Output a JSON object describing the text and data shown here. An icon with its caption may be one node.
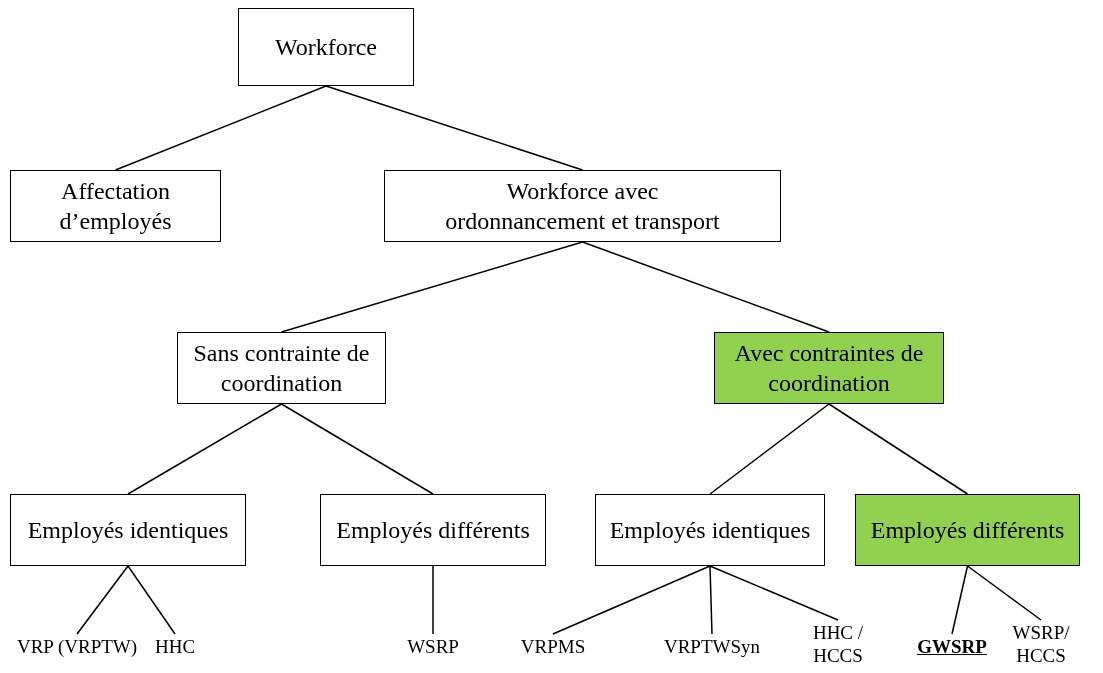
{
  "diagram": {
    "nodes": [
      {
        "text": [
          "Workforce"
        ]
      },
      {
        "text": [
          "Affectation d’employés"
        ]
      },
      {
        "text": [
          "Workforce avec ordonnancement et transport"
        ]
      },
      {
        "text": [
          "Sans contrainte de coordination"
        ]
      },
      {
        "text": [
          "Avec contraintes de coordination"
        ]
      },
      {
        "text": [
          "Employés identiques"
        ]
      },
      {
        "text": [
          "Employés différents"
        ]
      },
      {
        "text": [
          "Employés identiques"
        ]
      },
      {
        "text": [
          "Employés différents"
        ]
      },
      {
        "text": [
          "VRP (VRPTW)"
        ]
      },
      {
        "text": [
          "HHC"
        ]
      },
      {
        "text": [
          "WSRP"
        ]
      },
      {
        "text": [
          "VRPMS"
        ]
      },
      {
        "text": [
          "VRPTWSyn"
        ]
      },
      {
        "text": [
          "HHC / HCCS"
        ]
      },
      {
        "text": [
          "GWSRP"
        ]
      },
      {
        "text": [
          "WSRP/ HCCS"
        ]
      }
    ],
    "edges": [
      {
        "from": 0,
        "to": 1,
        "arrow": "none"
      },
      {
        "from": 0,
        "to": 2,
        "arrow": "none"
      },
      {
        "from": 2,
        "to": 3,
        "arrow": "none"
      },
      {
        "from": 2,
        "to": 4,
        "arrow": "none"
      },
      {
        "from": 3,
        "to": 5,
        "arrow": "none"
      },
      {
        "from": 3,
        "to": 6,
        "arrow": "none"
      },
      {
        "from": 4,
        "to": 7,
        "arrow": "none"
      },
      {
        "from": 4,
        "to": 8,
        "arrow": "none"
      },
      {
        "from": 5,
        "to": 9,
        "arrow": "none"
      },
      {
        "from": 5,
        "to": 10,
        "arrow": "none"
      },
      {
        "from": 6,
        "to": 11,
        "arrow": "none"
      },
      {
        "from": 7,
        "to": 12,
        "arrow": "none"
      },
      {
        "from": 7,
        "to": 13,
        "arrow": "none"
      },
      {
        "from": 7,
        "to": 14,
        "arrow": "none"
      },
      {
        "from": 8,
        "to": 15,
        "arrow": "none"
      },
      {
        "from": 8,
        "to": 16,
        "arrow": "none"
      }
    ]
  }
}
